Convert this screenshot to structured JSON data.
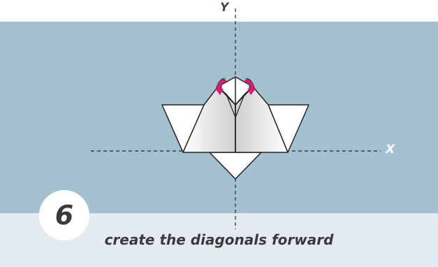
{
  "axes": {
    "y_label": "Y",
    "x_label": "X"
  },
  "step": {
    "number": "6",
    "caption": "create the diagonals forward"
  },
  "colors": {
    "background_panel": "#a3c1d1",
    "footer_panel": "#e3ebf0",
    "paper": "#ffffff",
    "arrow": "#e5157a",
    "outline": "#222222"
  },
  "icons": [
    "curved-arrow-icon",
    "curved-arrow-icon"
  ]
}
